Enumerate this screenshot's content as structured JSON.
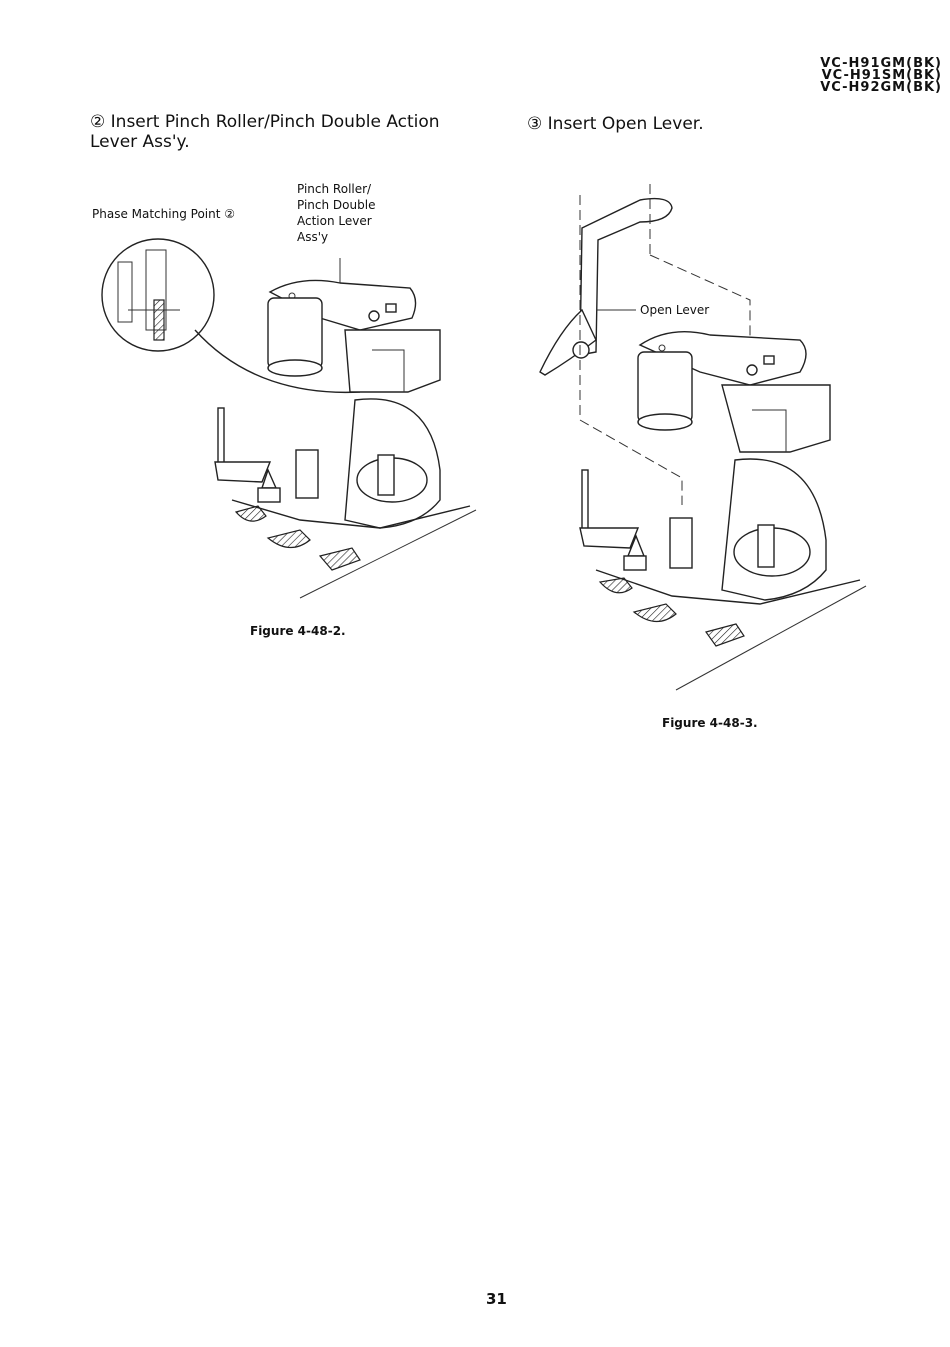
{
  "header": {
    "models": [
      "VC-H91GM(BK)",
      "VC-H91SM(BK)",
      "VC-H92GM(BK)"
    ]
  },
  "steps": [
    {
      "number": "②",
      "text": "Insert Pinch Roller/Pinch Double Action Lever Ass'y."
    },
    {
      "number": "③",
      "text": "Insert Open Lever."
    }
  ],
  "figure1": {
    "label_phase": "Phase Matching Point ②",
    "label_part": "Pinch Roller/ Pinch Double Action Lever Ass'y",
    "label_part_lines": [
      "Pinch Roller/",
      "Pinch Double",
      "Action Lever",
      "Ass'y"
    ],
    "caption": "Figure 4-48-2."
  },
  "figure2": {
    "label_open": "Open Lever",
    "caption": "Figure 4-48-3."
  },
  "page_number": "31"
}
